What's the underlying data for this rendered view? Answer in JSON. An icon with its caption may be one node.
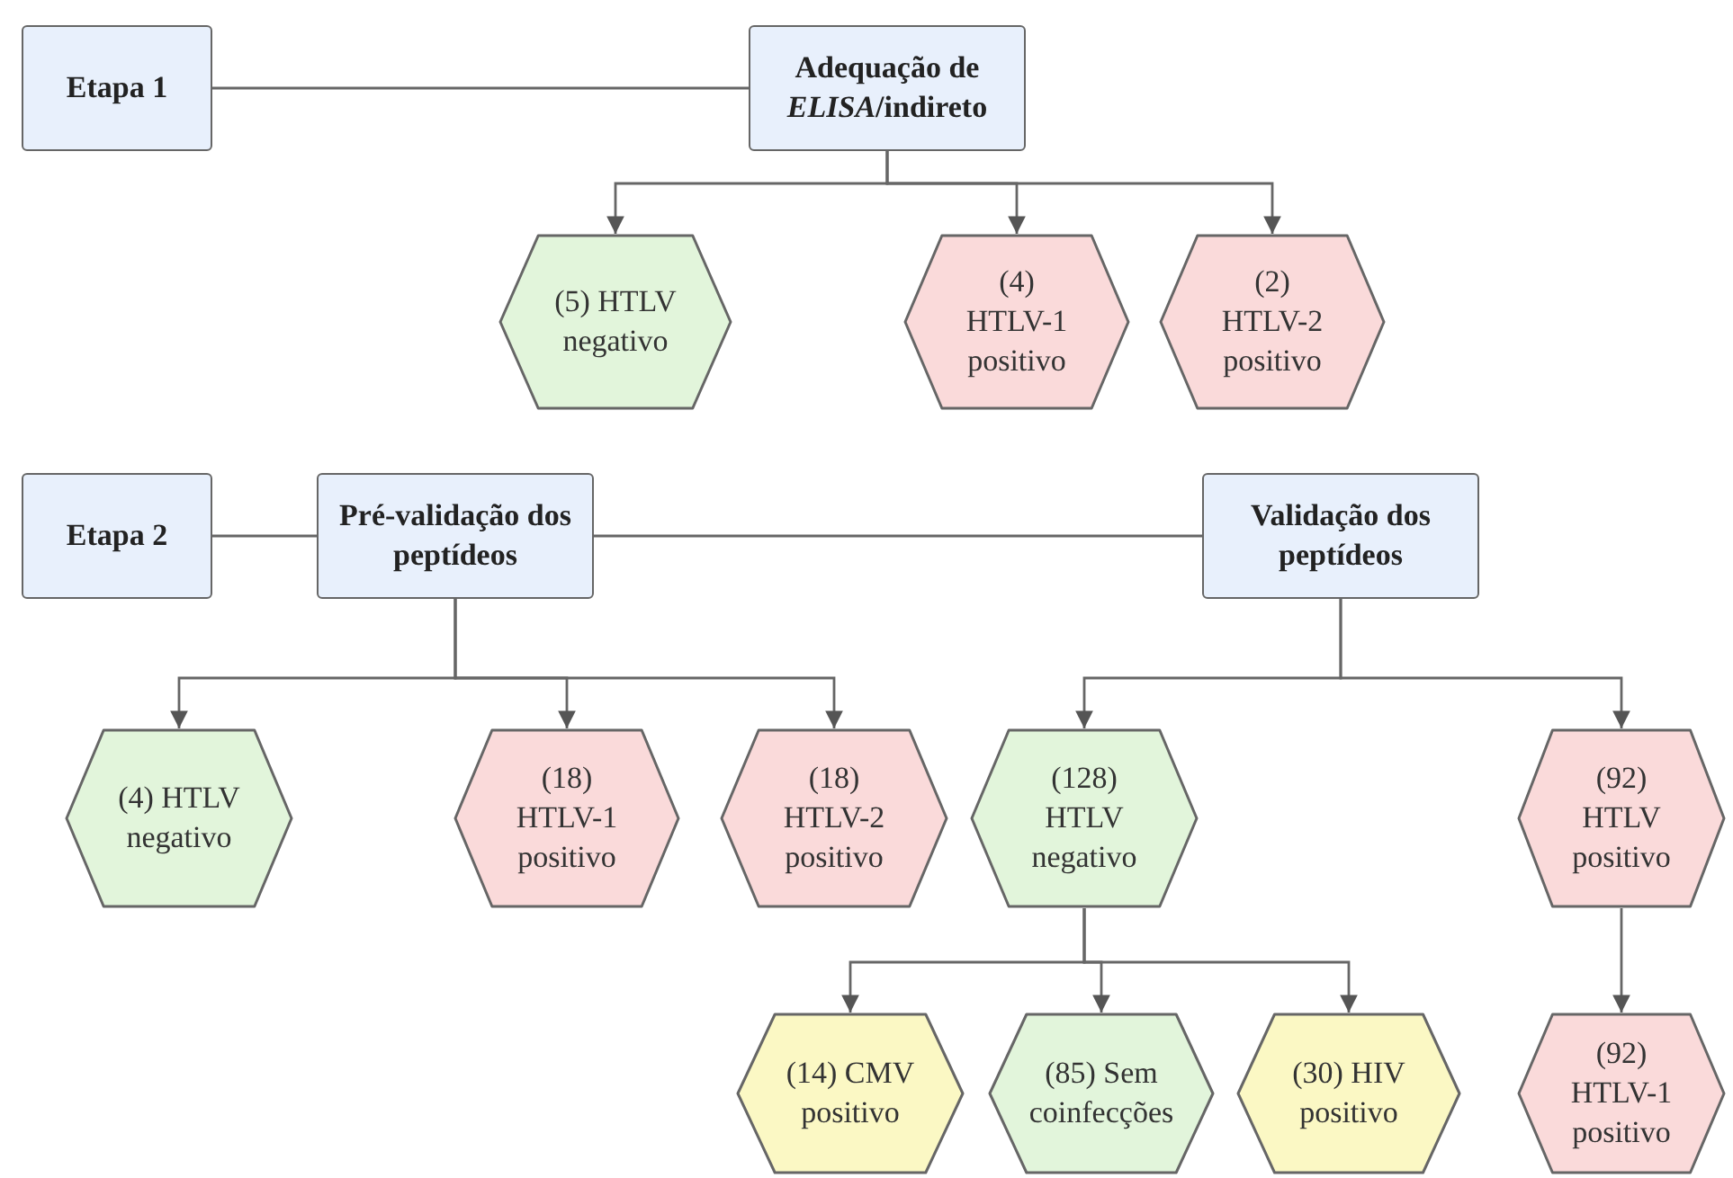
{
  "diagram": {
    "nodes": [
      {
        "text": [
          "Etapa 1"
        ]
      },
      {
        "text": [
          "Adequação de *ELISA*/indireto"
        ]
      },
      {
        "text": [
          "(5) HTLV negativo"
        ]
      },
      {
        "text": [
          "(4) HTLV-1 positivo"
        ]
      },
      {
        "text": [
          "(2) HTLV-2 positivo"
        ]
      },
      {
        "text": [
          "Etapa 2"
        ]
      },
      {
        "text": [
          "Pré-validação dos peptídeos"
        ]
      },
      {
        "text": [
          "Validação dos peptídeos"
        ]
      },
      {
        "text": [
          "(4) HTLV negativo"
        ]
      },
      {
        "text": [
          "(18) HTLV-1 positivo"
        ]
      },
      {
        "text": [
          "(18) HTLV-2 positivo"
        ]
      },
      {
        "text": [
          "(128) HTLV negativo"
        ]
      },
      {
        "text": [
          "(92) HTLV positivo"
        ]
      },
      {
        "text": [
          "(14) CMV positivo"
        ]
      },
      {
        "text": [
          "(85) Sem coinfecções"
        ]
      },
      {
        "text": [
          "(30) HIV positivo"
        ]
      },
      {
        "text": [
          "(92) HTLV-1 positivo"
        ]
      }
    ],
    "edges": [
      {
        "from": 0,
        "to": 1,
        "arrow": "none"
      },
      {
        "from": 1,
        "to": 2,
        "arrow": "to"
      },
      {
        "from": 1,
        "to": 3,
        "arrow": "to"
      },
      {
        "from": 1,
        "to": 4,
        "arrow": "to"
      },
      {
        "from": 5,
        "to": 6,
        "arrow": "none"
      },
      {
        "from": 6,
        "to": 7,
        "arrow": "none"
      },
      {
        "from": 6,
        "to": 8,
        "arrow": "to"
      },
      {
        "from": 6,
        "to": 9,
        "arrow": "to"
      },
      {
        "from": 6,
        "to": 10,
        "arrow": "to"
      },
      {
        "from": 7,
        "to": 11,
        "arrow": "to"
      },
      {
        "from": 7,
        "to": 12,
        "arrow": "to"
      },
      {
        "from": 11,
        "to": 13,
        "arrow": "to"
      },
      {
        "from": 11,
        "to": 14,
        "arrow": "to"
      },
      {
        "from": 11,
        "to": 15,
        "arrow": "to"
      },
      {
        "from": 12,
        "to": 16,
        "arrow": "to"
      }
    ]
  }
}
